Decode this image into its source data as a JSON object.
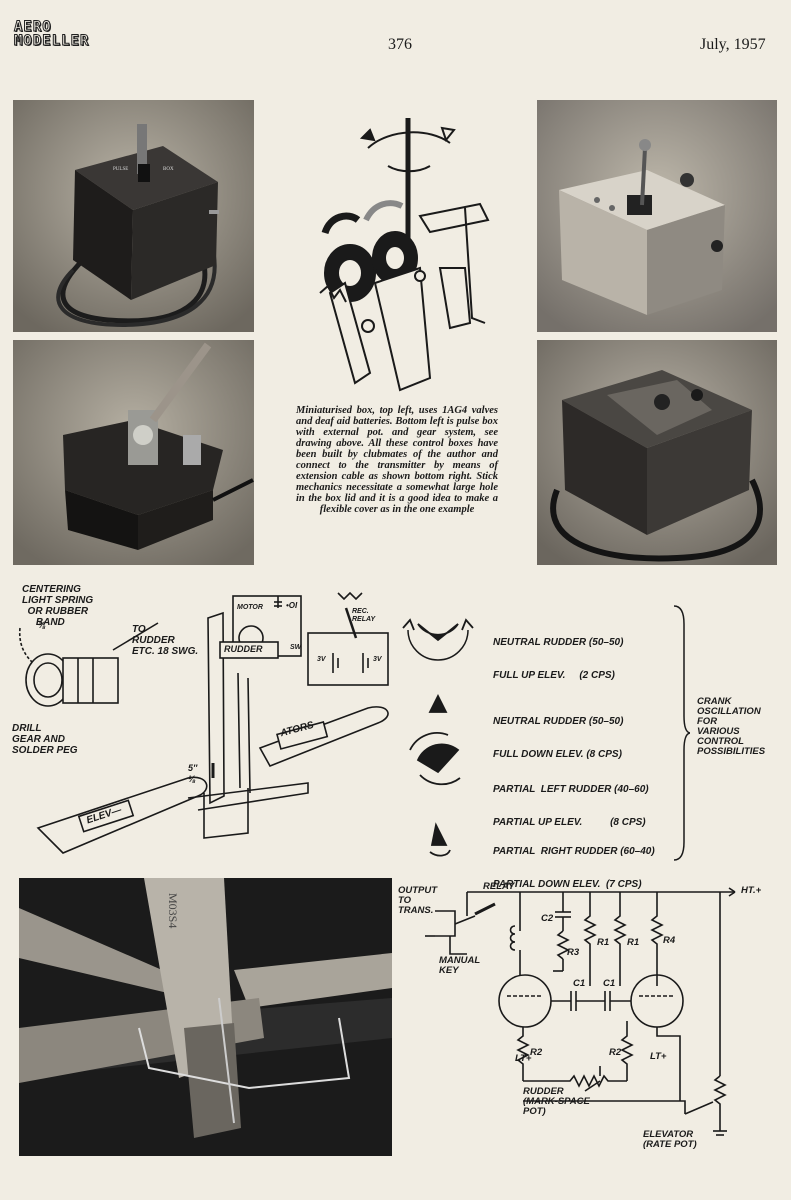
{
  "header": {
    "masthead_line1": "AERO",
    "masthead_line2": "MODELLER",
    "page_number": "376",
    "date": "July, 1957"
  },
  "caption": "Miniaturised box, top left, uses 1AG4 valves and deaf aid batteries. Bottom left is pulse box with external pot. and gear system, see drawing above. All these control boxes have been built by clubmates of the author and connect to the transmitter by means of extension cable as shown bottom right. Stick mechanics necessitate a somewhat large hole in the box lid and it is a good idea to make a flexible cover as in the one example",
  "mechanism": {
    "centering": "CENTERING\nLIGHT SPRING\n  OR RUBBER\n     BAND",
    "to_rudder": "TO\nRUDDER\nETC. 18 SWG.",
    "drill": "DRILL\nGEAR AND\nSOLDER PEG",
    "rudder": "RUDDER",
    "ators": "ATORS",
    "elev": "ELEV—",
    "dim": "5″\n⅛",
    "dim_top": "⅛",
    "motor": "MOTOR",
    "cap": "•OI",
    "rec_relay": "REC.\nRELAY",
    "sw": "SW",
    "v1": "3V",
    "v2": "3V"
  },
  "oscillation": {
    "items": [
      {
        "line1": "NEUTRAL RUDDER (50–50)",
        "line2": "FULL UP ELEV.     (2 CPS)"
      },
      {
        "line1": "NEUTRAL RUDDER (50–50)",
        "line2": "FULL DOWN ELEV. (8 CPS)"
      },
      {
        "line1": "PARTIAL  LEFT RUDDER (40–60)",
        "line2": "PARTIAL UP ELEV.          (8 CPS)"
      },
      {
        "line1": "PARTIAL  RIGHT RUDDER (60–40)",
        "line2": "PARTIAL DOWN ELEV.  (7 CPS)"
      }
    ],
    "side_label": "CRANK\nOSCILLATION\nFOR\nVARIOUS\nCONTROL\nPOSSIBILITIES"
  },
  "circuit": {
    "output": "OUTPUT\nTO\nTRANS.",
    "relay": "RELAY",
    "manual_key": "MANUAL\nKEY",
    "ht": "HT.+",
    "c2": "C2",
    "r3": "R3",
    "r1a": "R1",
    "r1b": "R1",
    "r4": "R4",
    "c1a": "C1",
    "c1b": "C1",
    "r2a": "R2",
    "r2b": "R2",
    "lta": "LT+",
    "ltb": "LT+",
    "rudder_pot": "RUDDER\n(MARK-SPACE\nPOT)",
    "elevator_pot": "ELEVATOR\n(RATE POT)"
  },
  "colors": {
    "paper": "#f1ede3",
    "ink": "#1a1a1a",
    "photo_mid": "#8a857d"
  }
}
